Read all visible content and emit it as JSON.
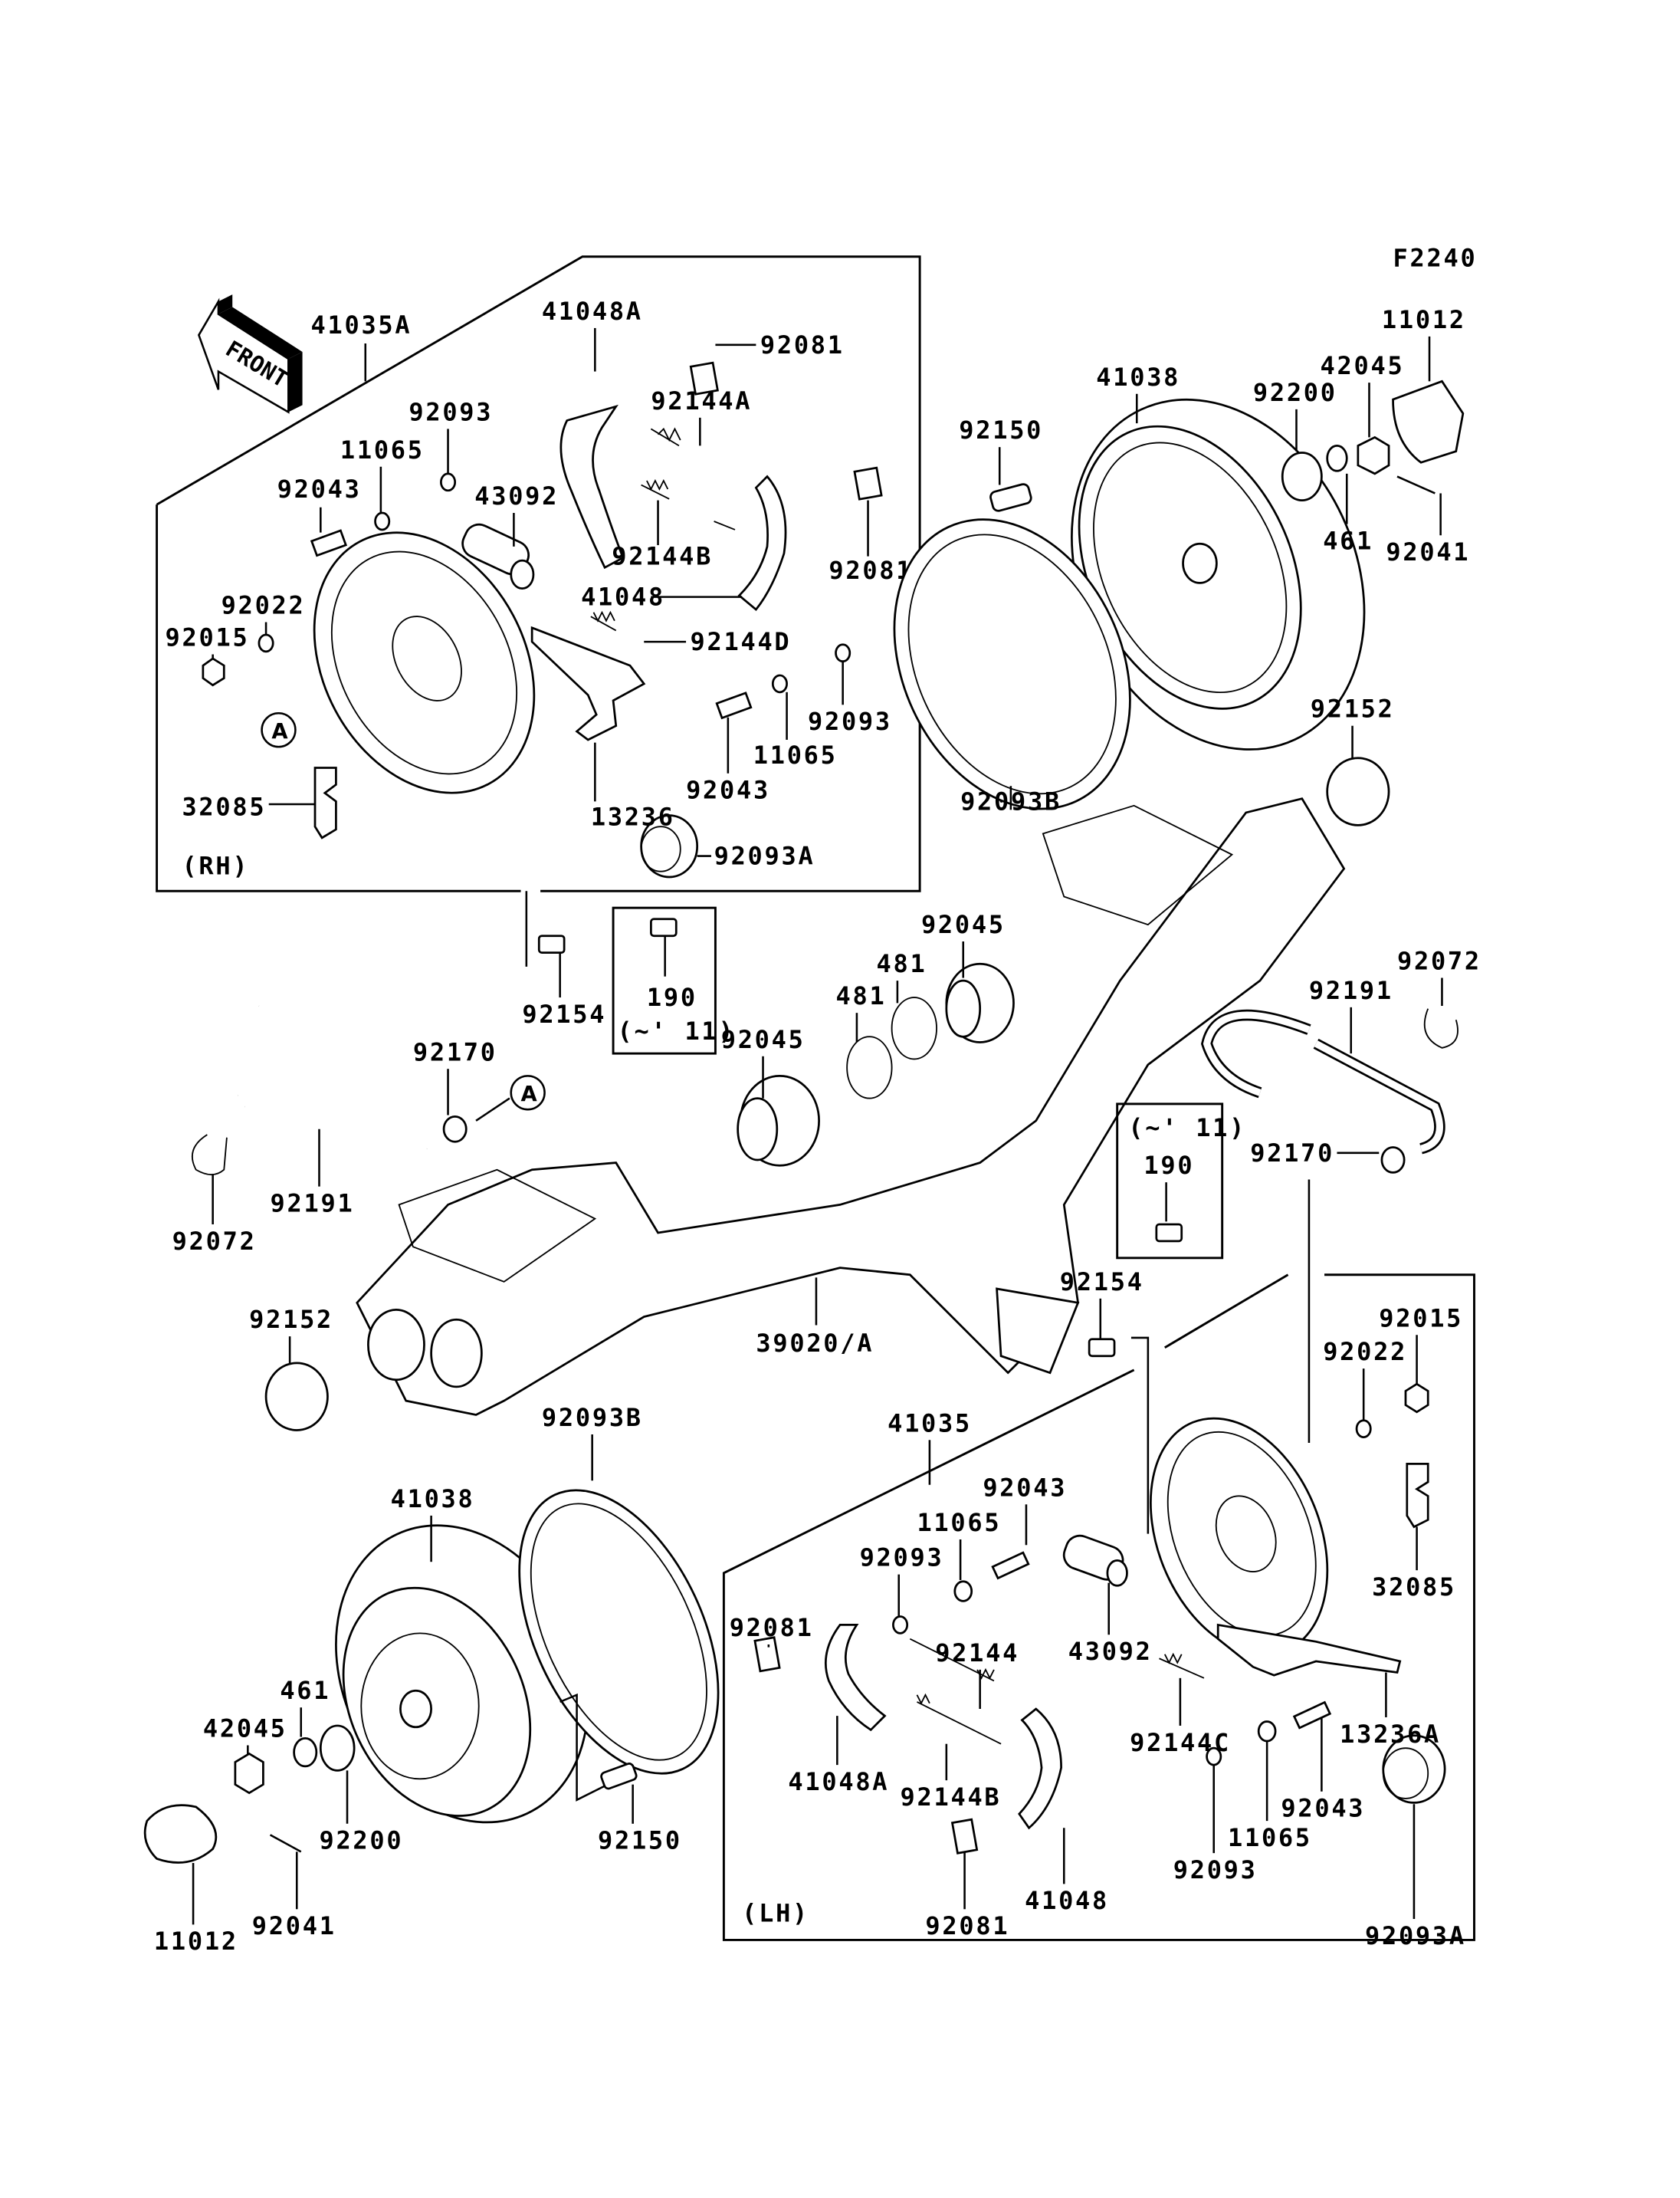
{
  "figure_code": "F2240",
  "front_arrow_label": "FRONT",
  "rh_section": {
    "side_label": "(RH)",
    "assembly_label": "41035A",
    "labels": {
      "shoe_a": "41048A",
      "clip_top": "92081",
      "spring_a": "92144A",
      "washer_92093": "92093",
      "washer_11065": "11065",
      "pin_92043": "92043",
      "cylinder": "43092",
      "spring_b": "92144B",
      "clip_right": "92081",
      "shoe": "41048",
      "spring_d": "92144D",
      "washer_92022": "92022",
      "nut_92015": "92015",
      "ref_a": "A",
      "lever": "13236",
      "washer_92093_lower": "92093",
      "washer_11065_lower": "11065",
      "pin_92043_lower": "92043",
      "clip_32085": "32085",
      "seal_92093a": "92093A"
    }
  },
  "upper_drum": {
    "bolt": "92150",
    "drum": "41038",
    "seal": "92093B",
    "washer_92200": "92200",
    "nut_42045": "42045",
    "cap_11012": "11012",
    "washer_461": "461",
    "pin_92041": "92041"
  },
  "axle": {
    "bolt_92154_upper": "92154",
    "bolt_190_upper": "190",
    "bolt_190_upper_note": "(~' 11)",
    "bearing_92045_left": "92045",
    "bearing_92045_right": "92045",
    "ring_481_left": "481",
    "ring_481_right": "481",
    "bushing_92152_right": "92152",
    "bushing_92152_left": "92152",
    "hose_92191_left": "92191",
    "hose_92191_right": "92191",
    "clamp_92170_left": "92170",
    "clamp_92170_right": "92170",
    "clip_92072_left": "92072",
    "clip_92072_right": "92072",
    "ref_a": "A",
    "housing": "39020/A",
    "bolt_92154_lower": "92154",
    "bolt_190_lower": "190",
    "bolt_190_lower_note": "(~' 11)"
  },
  "lower_drum": {
    "seal": "92093B",
    "drum": "41038",
    "washer_461": "461",
    "nut_42045": "42045",
    "washer_92200": "92200",
    "bolt": "92150",
    "cap_11012": "11012",
    "pin_92041": "92041"
  },
  "lh_section": {
    "side_label": "(LH)",
    "assembly_label": "41035",
    "labels": {
      "pin_92043": "92043",
      "washer_11065": "11065",
      "washer_92093": "92093",
      "clip_left": "92081",
      "spring": "92144",
      "cylinder": "43092",
      "shoe_a": "41048A",
      "spring_b": "92144B",
      "clip_bottom": "92081",
      "shoe": "41048",
      "spring_c": "92144C",
      "lever": "13236A",
      "washer_92093_lower": "92093",
      "washer_11065_lower": "11065",
      "pin_92043_lower": "92043",
      "seal_92093a": "92093A",
      "nut_92015": "92015",
      "washer_92022": "92022",
      "clip_32085": "32085"
    }
  }
}
